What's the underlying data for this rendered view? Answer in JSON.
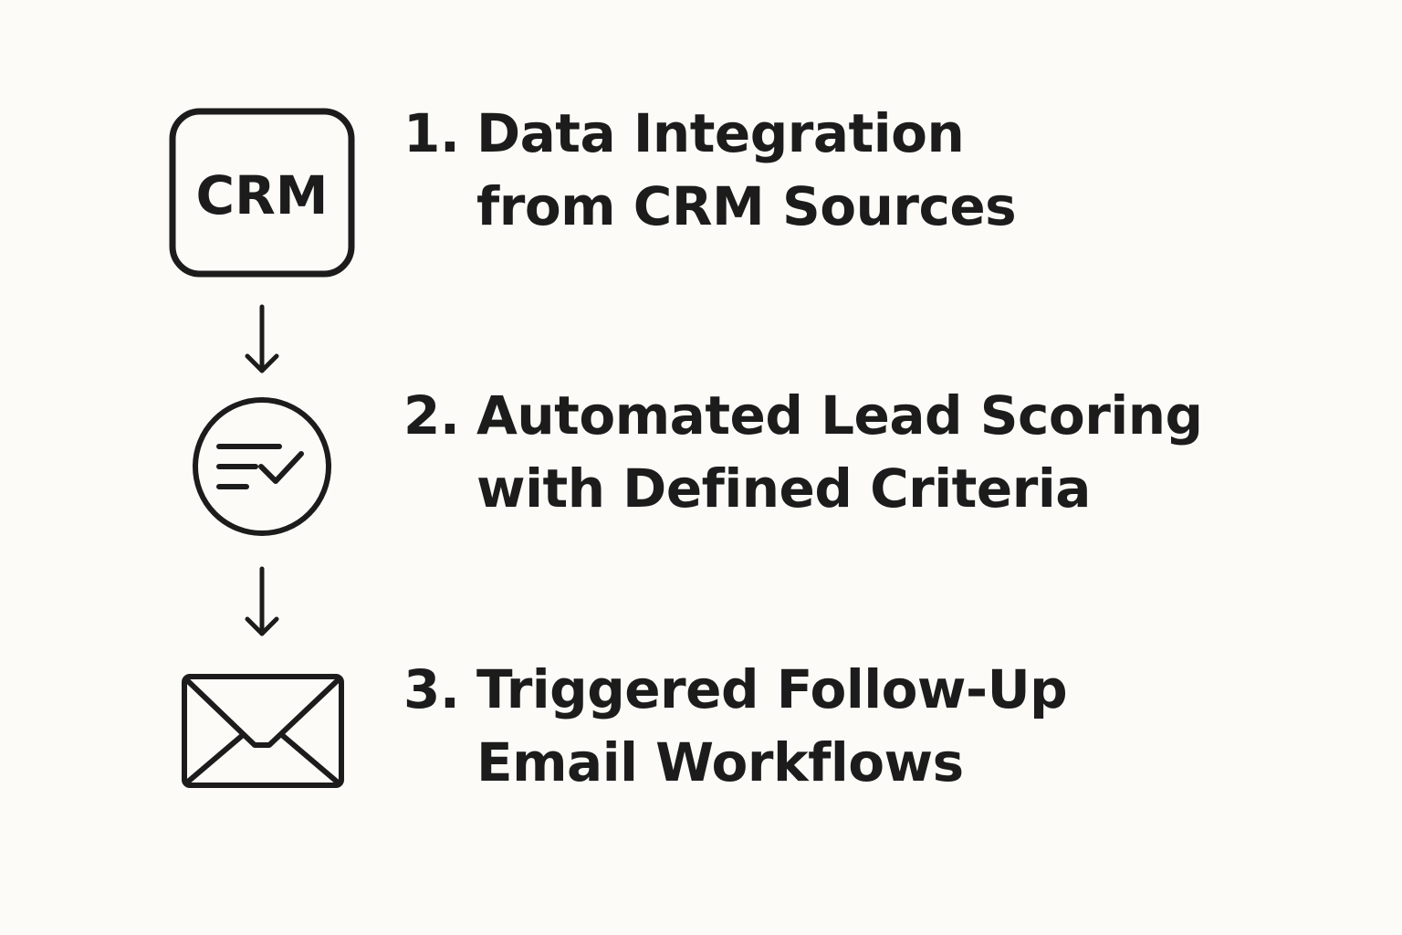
{
  "diagram": {
    "crm_icon_text": "CRM",
    "steps": [
      {
        "number": "1.",
        "lines": [
          "Data Integration",
          "from CRM Sources"
        ],
        "icon": "crm-box-icon"
      },
      {
        "number": "2.",
        "lines": [
          "Automated Lead Scoring",
          "with Defined Criteria"
        ],
        "icon": "checklist-circle-icon"
      },
      {
        "number": "3.",
        "lines": [
          "Triggered Follow-Up",
          "Email Workflows"
        ],
        "icon": "envelope-icon"
      }
    ],
    "connectors": [
      "down-arrow-icon",
      "down-arrow-icon"
    ],
    "colors": {
      "background": "#fcfbf7",
      "ink": "#1c1c1c"
    }
  }
}
